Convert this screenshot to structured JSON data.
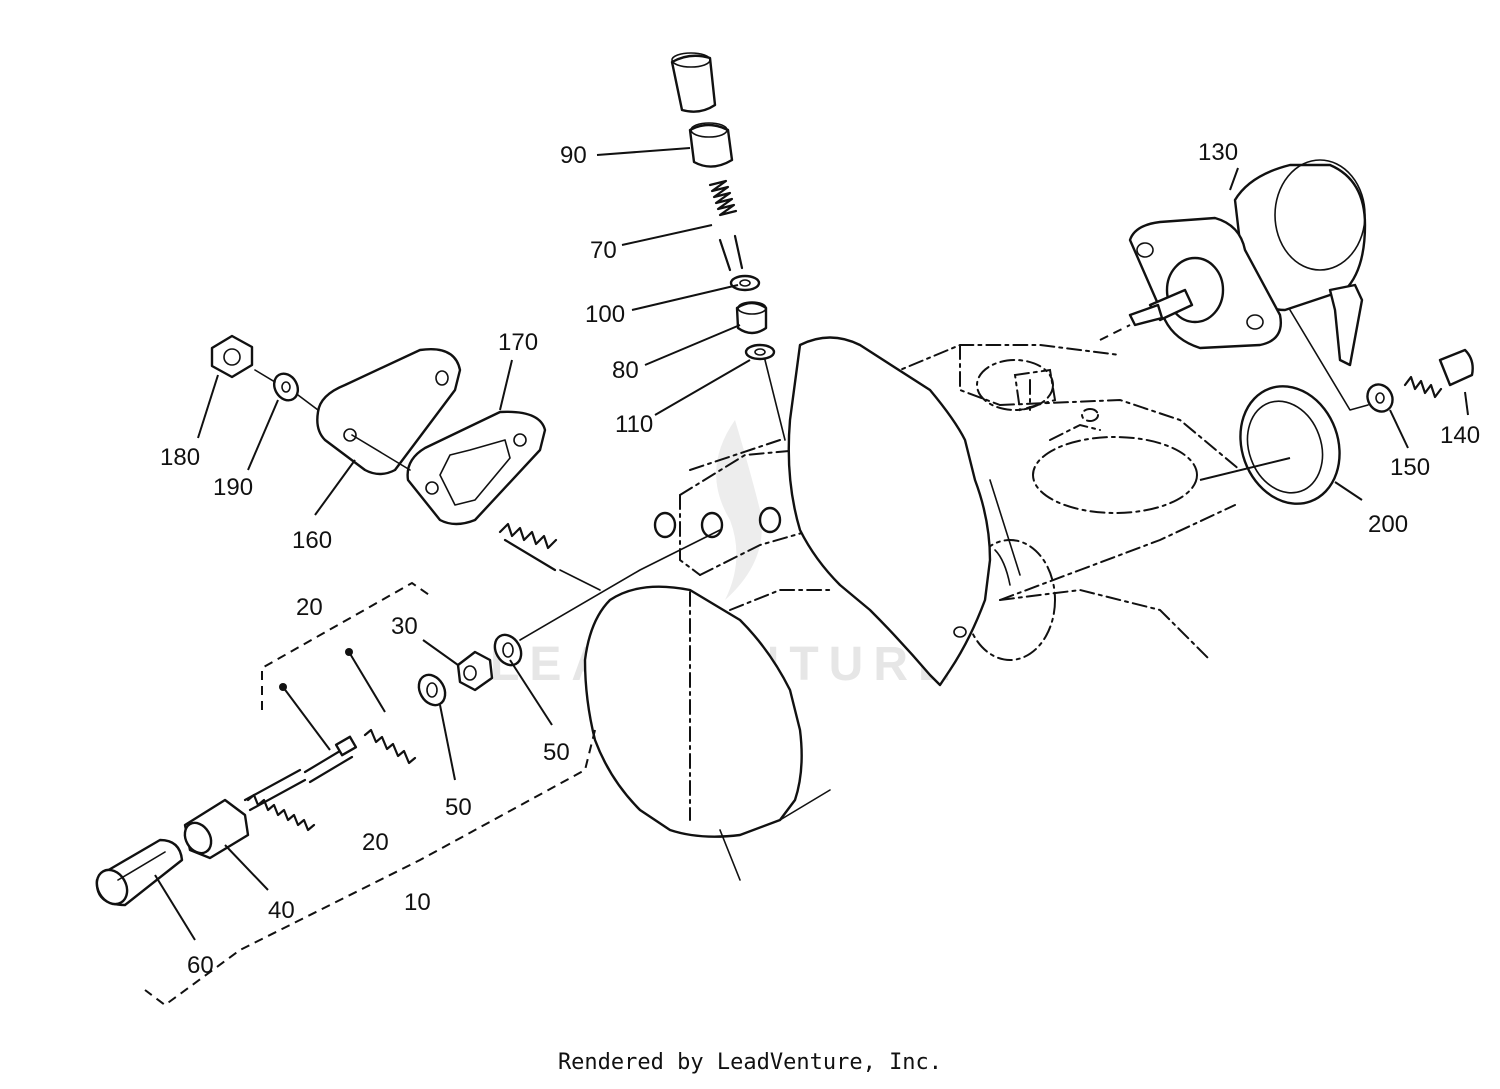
{
  "watermark": "LEADVENTURE",
  "footer": "Rendered by LeadVenture, Inc.",
  "callouts": {
    "c10": "10",
    "c20a": "20",
    "c20b": "20",
    "c30": "30",
    "c40": "40",
    "c50a": "50",
    "c50b": "50",
    "c60": "60",
    "c70": "70",
    "c80": "80",
    "c90": "90",
    "c100": "100",
    "c110": "110",
    "c130": "130",
    "c140": "140",
    "c150": "150",
    "c160": "160",
    "c170": "170",
    "c180": "180",
    "c190": "190",
    "c200": "200"
  }
}
